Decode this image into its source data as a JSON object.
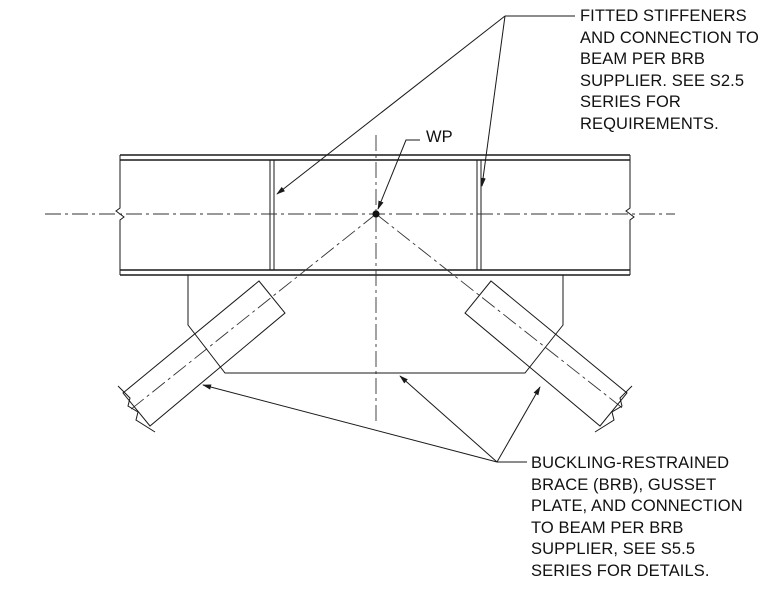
{
  "notes": {
    "stiffeners": {
      "lines": [
        "FITTED STIFFENERS",
        "AND CONNECTION TO",
        "BEAM PER BRB",
        "SUPPLIER. SEE S2.5",
        "SERIES FOR",
        "REQUIREMENTS."
      ]
    },
    "brb": {
      "lines": [
        "BUCKLING-RESTRAINED",
        "BRACE (BRB), GUSSET",
        "PLATE, AND CONNECTION",
        "TO BEAM PER BRB",
        "SUPPLIER, SEE S5.5",
        "SERIES FOR DETAILS."
      ]
    }
  },
  "work_point": {
    "label": "WP"
  }
}
